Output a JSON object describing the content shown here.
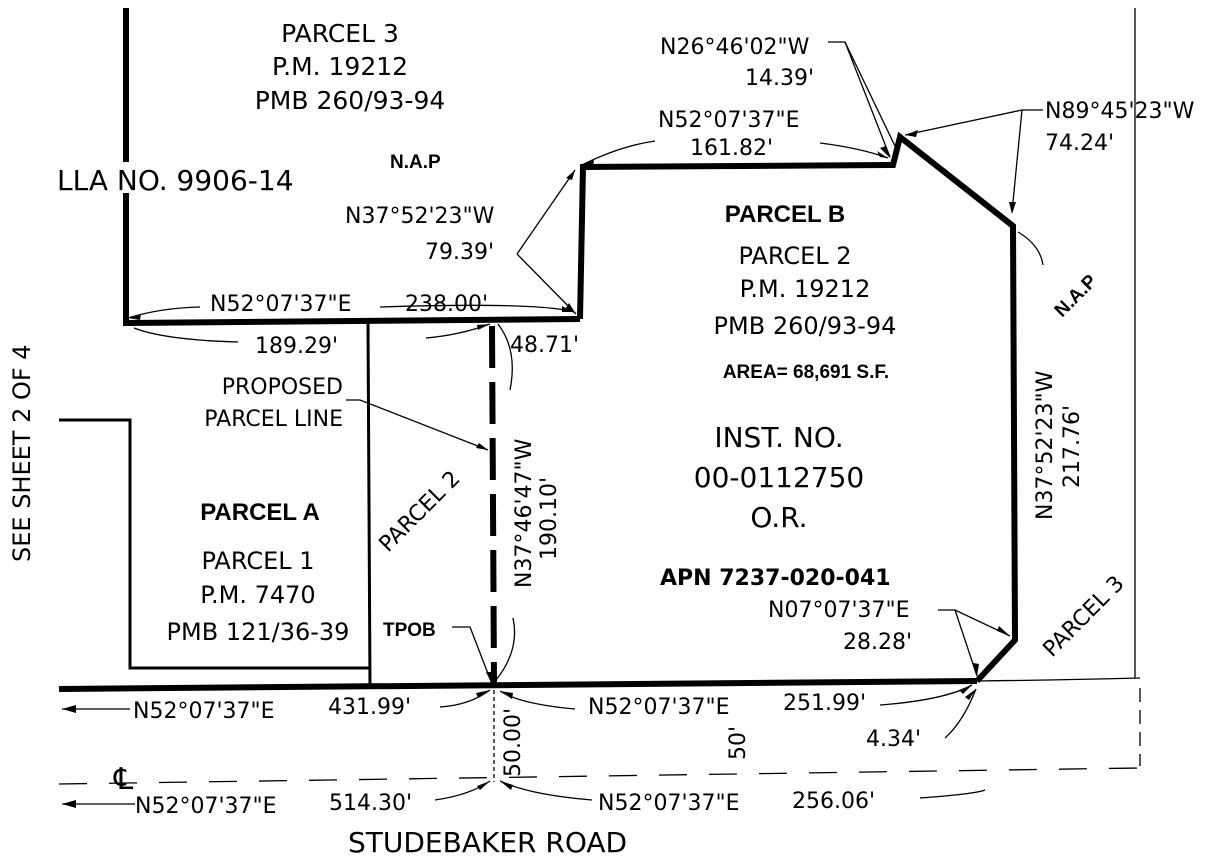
{
  "parcel3_top": {
    "line1": "PARCEL 3",
    "line2": "P.M. 19212",
    "line3": "PMB 260/93-94"
  },
  "lla": "LLA NO. 9906-14",
  "nap_top": "N.A.P",
  "nap_right": "N.A.P",
  "side_ref": "SEE SHEET 2 OF 4",
  "parcel_b": {
    "title": "PARCEL B",
    "line1": "PARCEL 2",
    "line2": "P.M. 19212",
    "line3": "PMB 260/93-94",
    "area": "AREA= 68,691 S.F."
  },
  "inst": {
    "line1": "INST. NO.",
    "line2": "00-0112750",
    "line3": "O.R."
  },
  "apn": "APN 7237-020-041",
  "parcel_a": {
    "title": "PARCEL A",
    "line1": "PARCEL 1",
    "line2": "P.M. 7470",
    "line3": "PMB 121/36-39"
  },
  "proposed": {
    "line1": "PROPOSED",
    "line2": "PARCEL LINE"
  },
  "tpob": "TPOB",
  "parcel2_diag": "PARCEL 2",
  "parcel3_diag": "PARCEL 3",
  "bearings": {
    "n26_bearing": "N26°46'02\"W",
    "n26_dist": "14.39'",
    "n89_bearing": "N89°45'23\"W",
    "n89_dist": "74.24'",
    "top_bearing": "N52°07'37\"E",
    "top_dist": "161.82'",
    "n37_bearing": "N37°52'23\"W",
    "n37_dist": "79.39'",
    "upper_bearing": "N52°07'37\"E",
    "upper_total": "238.00'",
    "upper_seg1": "189.29'",
    "upper_seg2": "48.71'",
    "mid_bearing": "N37°46'47\"W",
    "mid_dist": "190.10'",
    "right_bearing": "N37°52'23\"W",
    "right_dist": "217.76'",
    "n07_bearing": "N07°07'37\"E",
    "n07_dist": "28.28'",
    "south_bearing_left": "N52°07'37\"E",
    "south_dist_left": "431.99'",
    "south_bearing_right": "N52°07'37\"E",
    "south_dist_right": "251.99'",
    "south_small": "4.34'",
    "row_width": "50.00'",
    "row_half": "50'",
    "cl_symbol": "℄",
    "cl_bearing_left": "N52°07'37\"E",
    "cl_dist_left": "514.30'",
    "cl_bearing_right": "N52°07'37\"E",
    "cl_dist_right": "256.06'"
  },
  "road": "STUDEBAKER ROAD"
}
